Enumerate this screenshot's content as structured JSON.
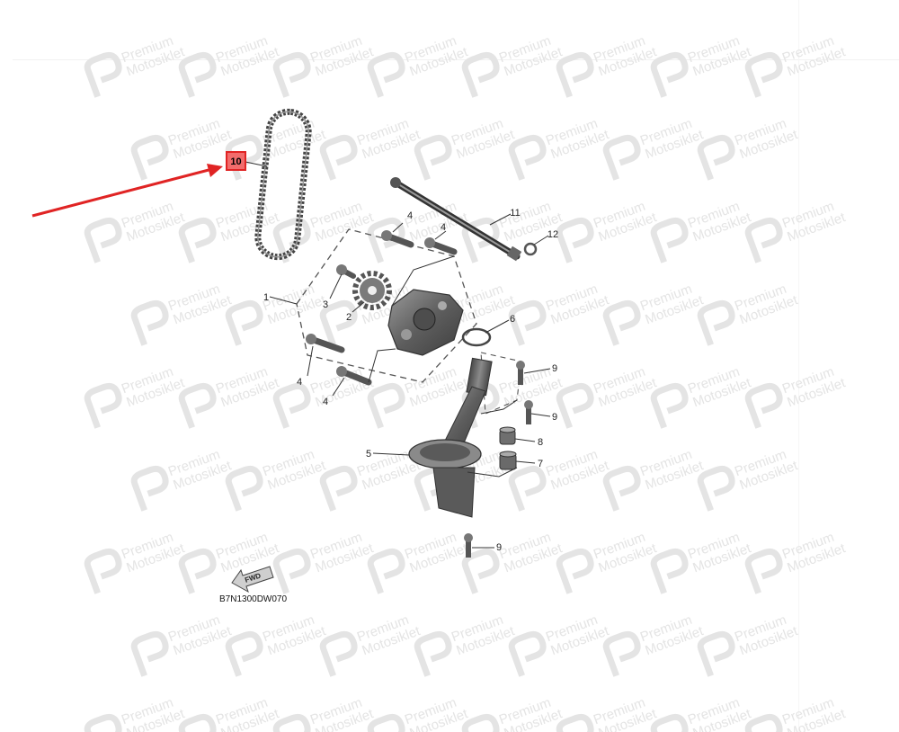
{
  "diagram": {
    "drawing_code": "B7N1300DW070",
    "fwd_label": "FWD",
    "highlight_color": "#e02424",
    "line_color": "#333333",
    "part_fill": "#6d6d6d",
    "watermark": {
      "line1": "Premium",
      "line2": "Motosiklet",
      "color": "#e4e4e4"
    },
    "callouts": [
      {
        "id": "c10",
        "label": "10",
        "part": "cam chain",
        "highlighted": true
      },
      {
        "id": "c1",
        "label": "1",
        "part": "oil pump assembly"
      },
      {
        "id": "c2",
        "label": "2",
        "part": "sprocket"
      },
      {
        "id": "c3",
        "label": "3",
        "part": "sprocket bolt"
      },
      {
        "id": "c4a",
        "label": "4",
        "part": "bolt"
      },
      {
        "id": "c4b",
        "label": "4",
        "part": "bolt"
      },
      {
        "id": "c4c",
        "label": "4",
        "part": "bolt"
      },
      {
        "id": "c4d",
        "label": "4",
        "part": "bolt"
      },
      {
        "id": "c5",
        "label": "5",
        "part": "oil strainer"
      },
      {
        "id": "c6",
        "label": "6",
        "part": "o-ring"
      },
      {
        "id": "c7",
        "label": "7",
        "part": "collar"
      },
      {
        "id": "c8",
        "label": "8",
        "part": "collar"
      },
      {
        "id": "c9a",
        "label": "9",
        "part": "bolt"
      },
      {
        "id": "c9b",
        "label": "9",
        "part": "bolt"
      },
      {
        "id": "c9c",
        "label": "9",
        "part": "bolt"
      },
      {
        "id": "c11",
        "label": "11",
        "part": "pipe"
      },
      {
        "id": "c12",
        "label": "12",
        "part": "o-ring"
      }
    ]
  }
}
